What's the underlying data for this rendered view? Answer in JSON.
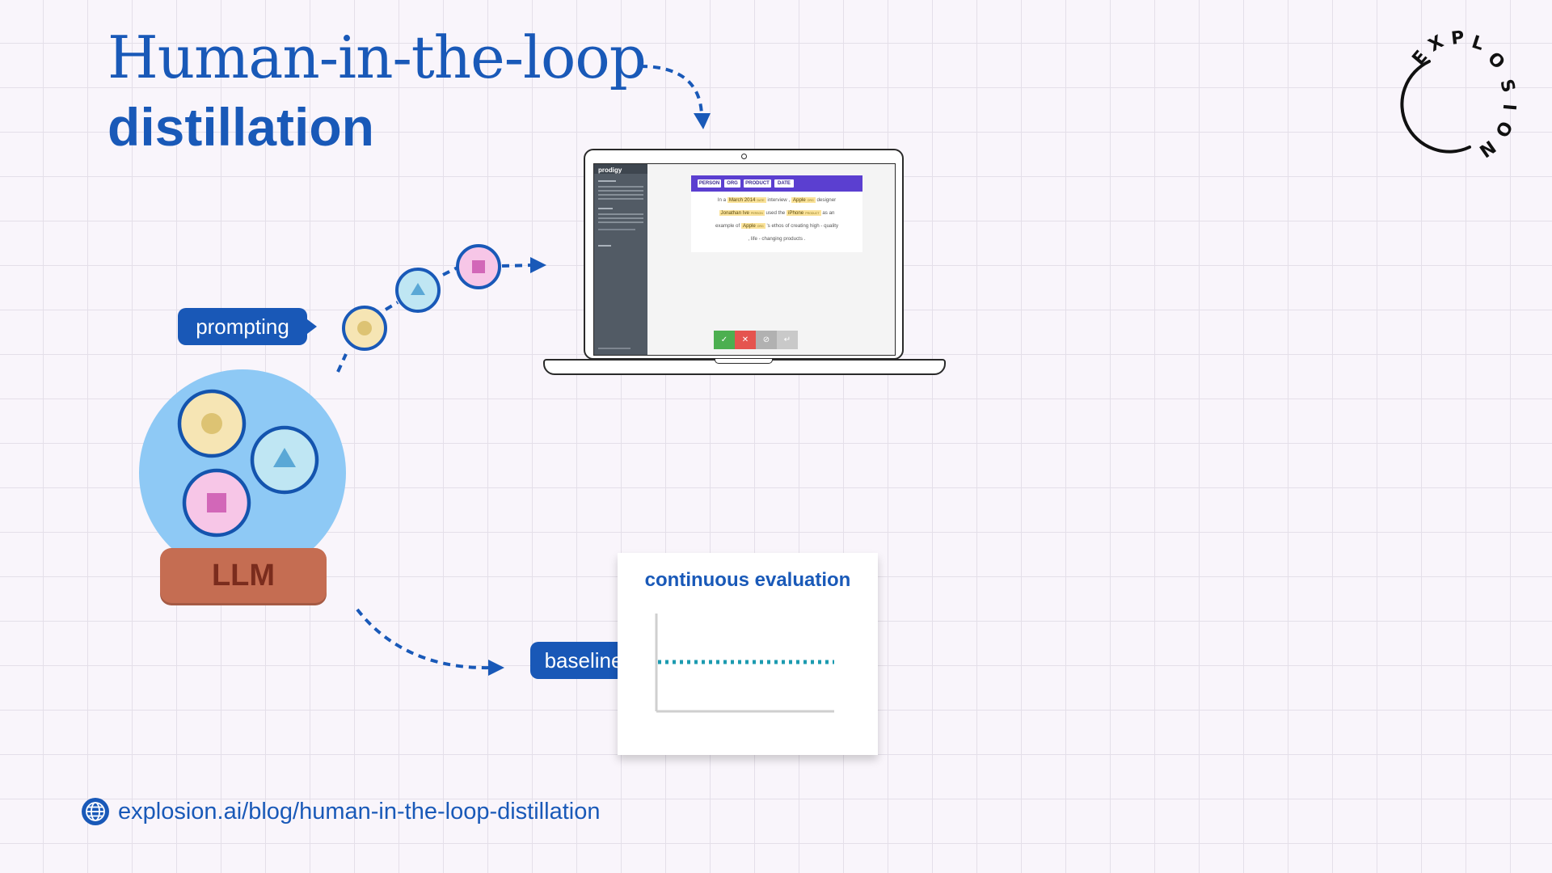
{
  "title": {
    "line1": "Human-in-the-loop",
    "line2": "distillation"
  },
  "logo": {
    "text": "EXPLOSION",
    "letters": [
      "E",
      "X",
      "P",
      "L",
      "O",
      "S",
      "I",
      "O",
      "N"
    ]
  },
  "diagram": {
    "model_label": "LLM",
    "prompting_label": "prompting",
    "baseline_label": "baseline",
    "evaluation_title": "continuous evaluation"
  },
  "prodigy": {
    "brand": "prodigy",
    "labels": [
      "PERSON",
      "ORG",
      "PRODUCT",
      "DATE"
    ],
    "text_line1_a": "In a",
    "ent_date": "March 2014",
    "ent_date_tag": "DATE",
    "text_line1_b": "interview ,",
    "ent_org1": "Apple",
    "ent_org1_tag": "ORG",
    "text_line1_c": "designer",
    "ent_person": "Jonathan Ive",
    "ent_person_tag": "PERSON",
    "text_line2_a": "used the",
    "ent_product": "iPhone",
    "ent_product_tag": "PRODUCT",
    "text_line2_b": "as an",
    "text_line3_a": "example of",
    "ent_org2": "Apple",
    "ent_org2_tag": "ORG",
    "text_line3_b": "'s ethos of creating high - quality",
    "text_line4": ", life - changing products .",
    "buttons": [
      "✓",
      "✕",
      "⊘",
      "↵"
    ]
  },
  "footer": {
    "url": "explosion.ai/blog/human-in-the-loop-distillation"
  },
  "colors": {
    "brand_blue": "#1959b8",
    "llm_bubble": "#8ec9f5",
    "llm_base": "#c56d52",
    "token_yellow": "#f6e5b4",
    "token_blue": "#bfe6f3",
    "token_pink": "#f7c6e7",
    "baseline_teal": "#1c9bb0",
    "accept_green": "#4caf50",
    "reject_red": "#e5544f"
  }
}
